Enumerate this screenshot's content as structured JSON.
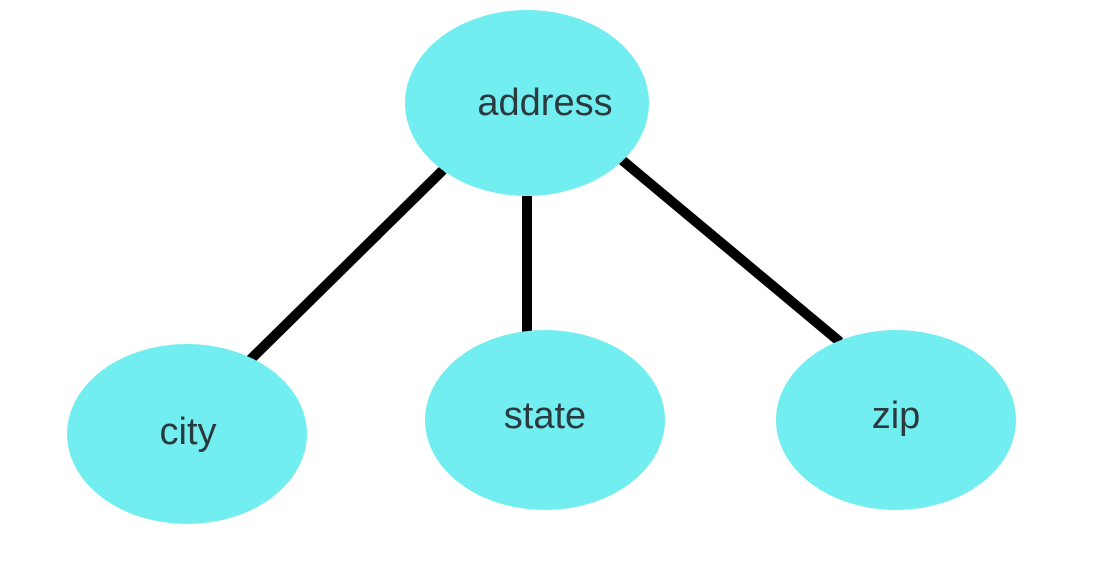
{
  "diagram": {
    "type": "tree",
    "colors": {
      "node_fill": "#72eef1",
      "edge": "#000000",
      "label": "#2b3a3f",
      "background": "#ffffff"
    },
    "nodes": {
      "address": "address",
      "city": "city",
      "state": "state",
      "zip": "zip"
    },
    "edges": [
      [
        "address",
        "city"
      ],
      [
        "address",
        "state"
      ],
      [
        "address",
        "zip"
      ]
    ]
  }
}
